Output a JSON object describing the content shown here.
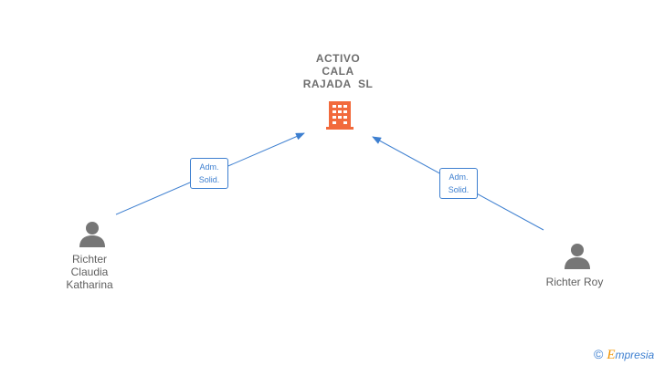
{
  "company": {
    "name_lines": [
      "ACTIVO",
      "CALA",
      "RAJADA  SL"
    ],
    "icon": "building-icon",
    "color": "#f26a3c"
  },
  "people": [
    {
      "name_lines": [
        "Richter",
        "Claudia",
        "Katharina"
      ],
      "icon": "person-icon"
    },
    {
      "name_lines": [
        "Richter Roy"
      ],
      "icon": "person-icon"
    }
  ],
  "relations": [
    {
      "from": "Richter Claudia Katharina",
      "to": "ACTIVO CALA RAJADA SL",
      "label_lines": [
        "Adm.",
        "Solid."
      ]
    },
    {
      "from": "Richter Roy",
      "to": "ACTIVO CALA RAJADA SL",
      "label_lines": [
        "Adm.",
        "Solid."
      ]
    }
  ],
  "colors": {
    "edge": "#3d7fd0",
    "person": "#767676",
    "text": "#5f5f5f"
  },
  "watermark": {
    "symbol": "©",
    "e_letter": "E",
    "brand_rest": "mpresia"
  }
}
